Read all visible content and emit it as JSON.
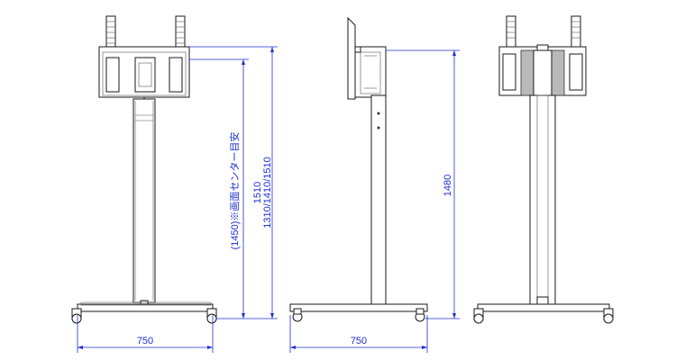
{
  "dimensions": {
    "front_width": "750",
    "front_height_1": "1510",
    "front_height_2": "1310/1410/1510",
    "front_screen_center": "(1450)※画面センター目安",
    "side_width": "750",
    "side_height": "1480"
  },
  "colors": {
    "line": "#1a1a1a",
    "dimension": "#1f2fd0",
    "dark_part": "#b9b9b9"
  }
}
